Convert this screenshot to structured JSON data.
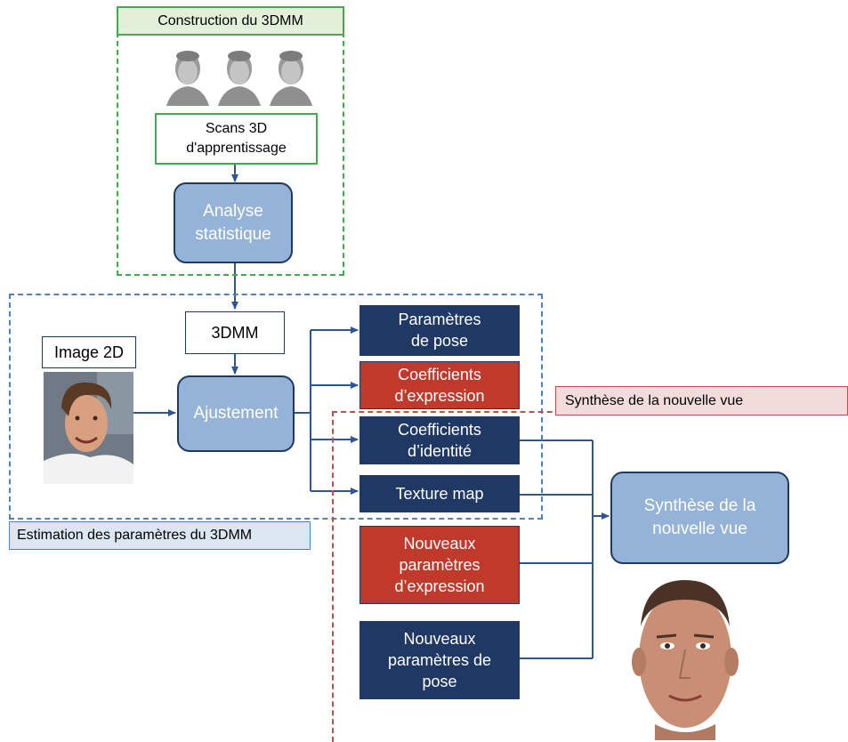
{
  "sections": {
    "construction": "Construction du 3DMM",
    "estimation": "Estimation des paramètres du 3DMM",
    "synthesis": "Synthèse de la nouvelle vue"
  },
  "nodes": {
    "scans": [
      "Scans 3D",
      "d'apprentissage"
    ],
    "analyse": [
      "Analyse",
      "statistique"
    ],
    "model": "3DMM",
    "image2d": "Image 2D",
    "ajustement": "Ajustement",
    "pose": [
      "Paramètres",
      "de pose"
    ],
    "expression": [
      "Coefficients",
      "d’expression"
    ],
    "identite": [
      "Coefficients",
      "d’identité"
    ],
    "texture": "Texture map",
    "synthese": [
      "Synthèse de la",
      "nouvelle vue"
    ],
    "new_expression": [
      "Nouveaux",
      "paramètres",
      "d’expression"
    ],
    "new_pose": [
      "Nouveaux",
      "paramètres de",
      "pose"
    ]
  },
  "colors": {
    "green": "#3fae49",
    "blue_dash": "#4f81bd",
    "red_dash": "#c0504d",
    "navy": "#1f3864",
    "red_box": "#c0392b",
    "light_blue": "#95b3d7",
    "arrow": "#2f5597"
  },
  "icons": [
    "face-scan-icon",
    "face-scan-icon",
    "face-scan-icon",
    "portrait-photo-icon",
    "synthesized-face-icon"
  ]
}
